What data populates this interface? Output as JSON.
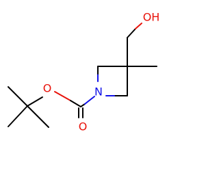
{
  "molecule": {
    "atoms": {
      "hydroxyl": "OH",
      "nitrogen": "N",
      "ester_oxygen": "O",
      "carbonyl_oxygen": "O"
    },
    "colors": {
      "bond": "#000000",
      "oxygen": "#e8120a",
      "nitrogen": "#1010e8"
    }
  }
}
